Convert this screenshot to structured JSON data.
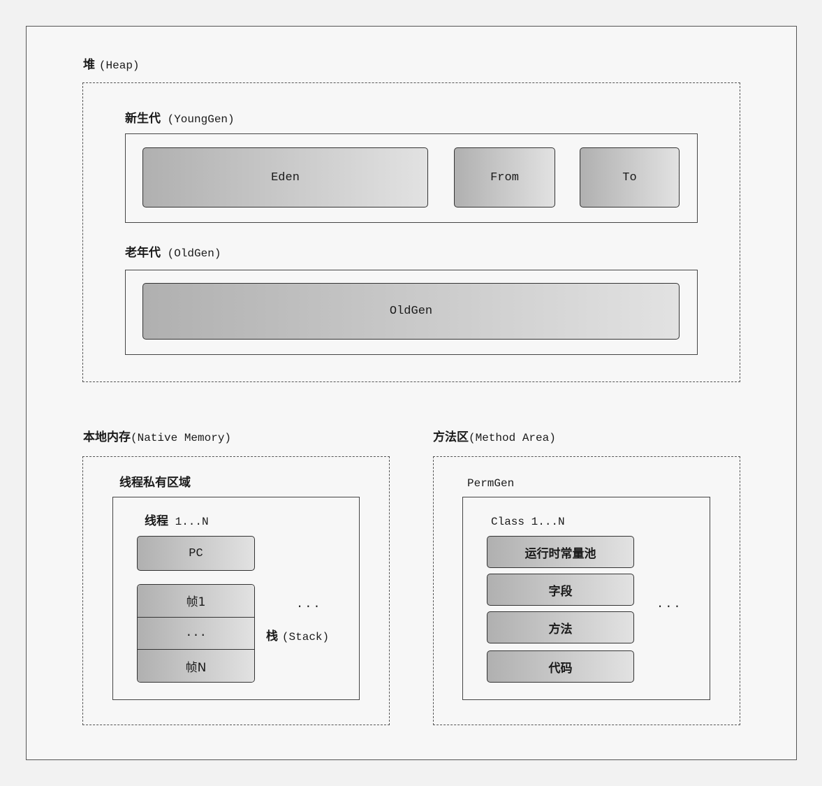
{
  "heap": {
    "title_cn": "堆",
    "title_en": "(Heap)",
    "young": {
      "title_cn": "新生代",
      "title_en": " (YoungGen)",
      "eden": "Eden",
      "from": "From",
      "to": "To"
    },
    "old": {
      "title_cn": "老年代",
      "title_en": " (OldGen)",
      "block": "OldGen"
    }
  },
  "native": {
    "title_cn": "本地内存",
    "title_en": "(Native Memory)",
    "private_title": "线程私有区域",
    "thread_label_cn": "线程",
    "thread_label_en": " 1...N",
    "pc": "PC",
    "frames": [
      "帧1",
      "...",
      "帧N"
    ],
    "ellipsis": "...",
    "stack_label_cn": "栈",
    "stack_label_en": "(Stack)"
  },
  "method": {
    "title_cn": "方法区",
    "title_en": "(Method Area)",
    "permgen": "PermGen",
    "class_label": "Class 1...N",
    "items": [
      "运行时常量池",
      "字段",
      "方法",
      "代码"
    ],
    "ellipsis": "..."
  }
}
